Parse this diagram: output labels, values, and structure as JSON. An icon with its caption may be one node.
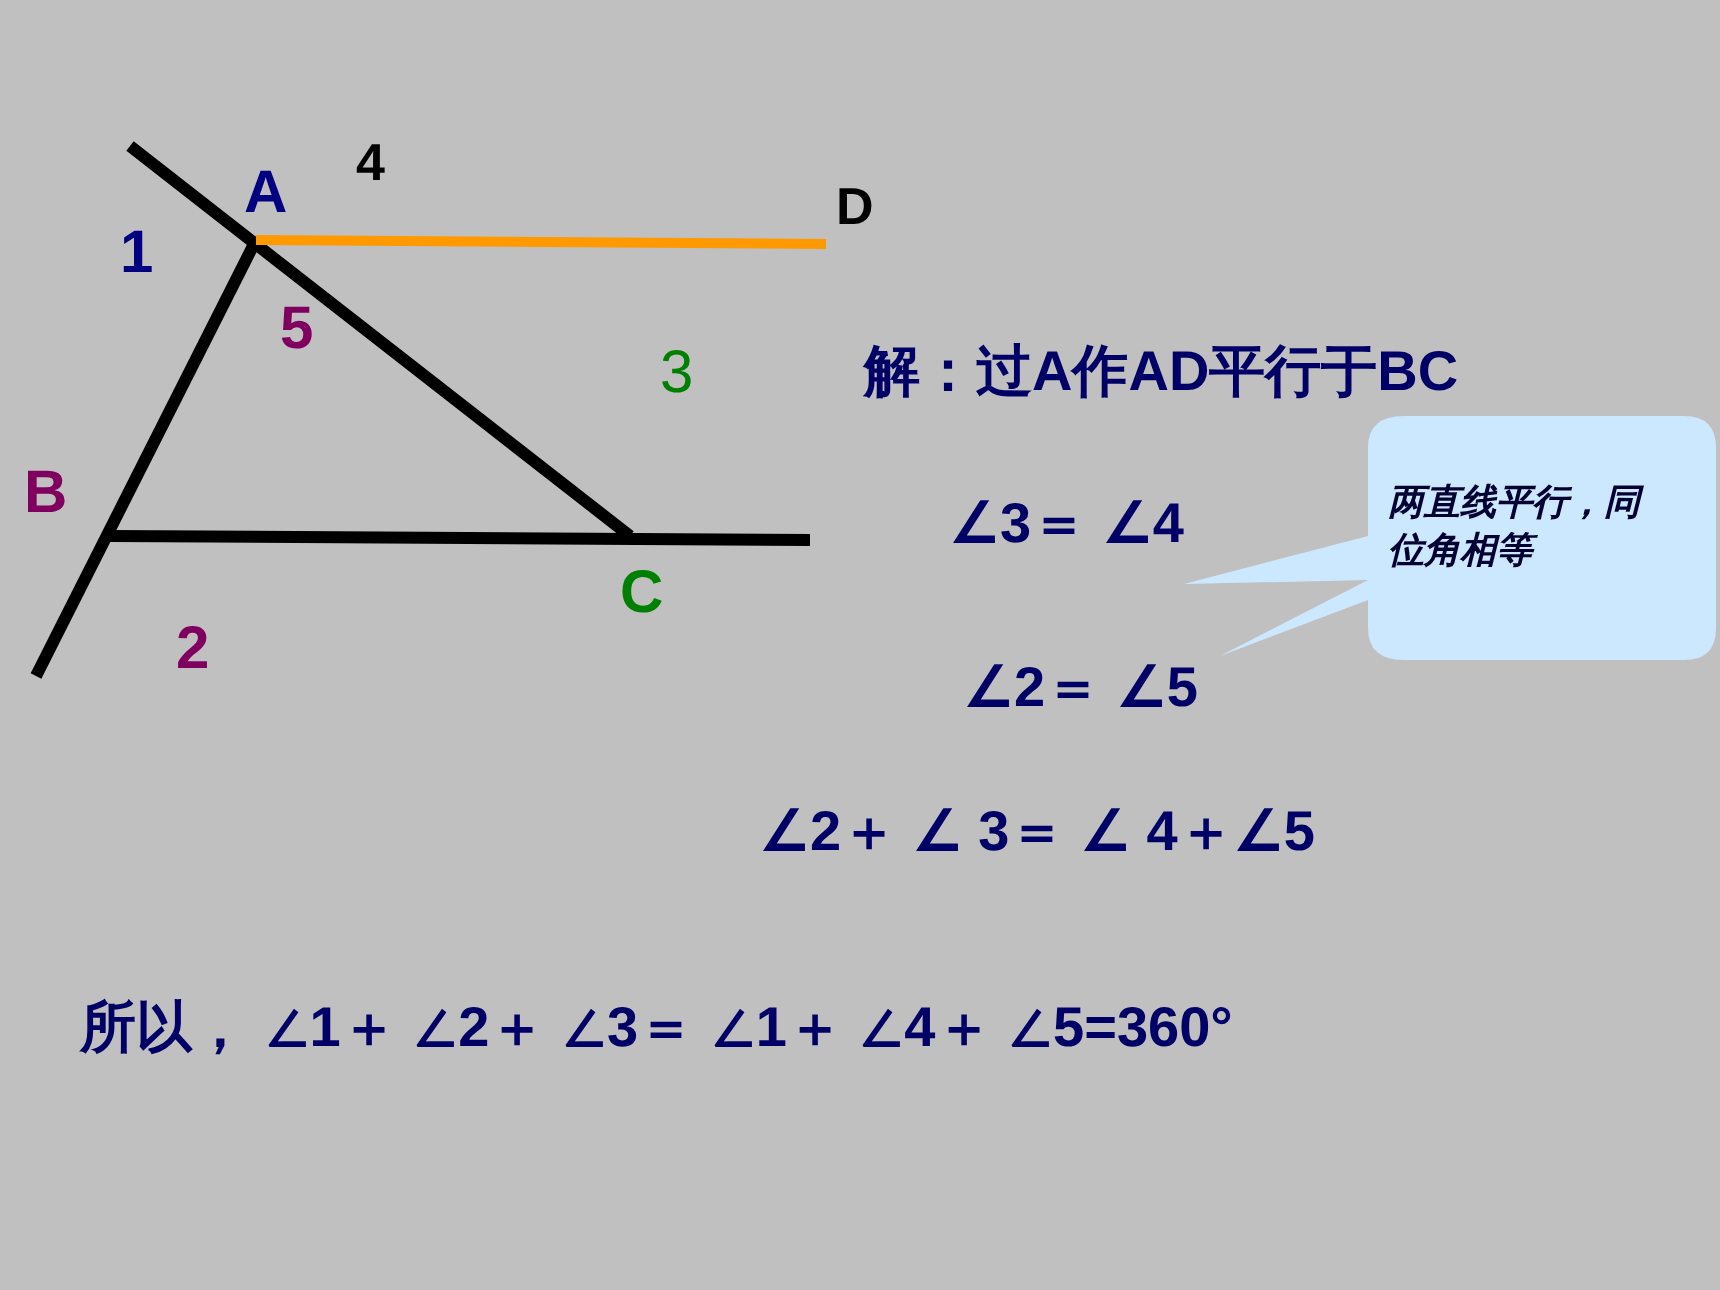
{
  "diagram": {
    "nodes": [
      {
        "text": [
          "两直线平行，同位角相等"
        ]
      }
    ],
    "labels": [
      "A",
      "4",
      "D",
      "1",
      "5",
      "3",
      "B",
      "C",
      "2",
      "解：过A作AD平行于BC",
      "∠3＝ ∠4",
      "∠2＝ ∠5",
      "∠2＋ ∠ 3＝ ∠ 4＋∠5",
      "所以， ∠1＋ ∠2＋ ∠3＝ ∠1＋ ∠4＋ ∠5=360°"
    ]
  }
}
